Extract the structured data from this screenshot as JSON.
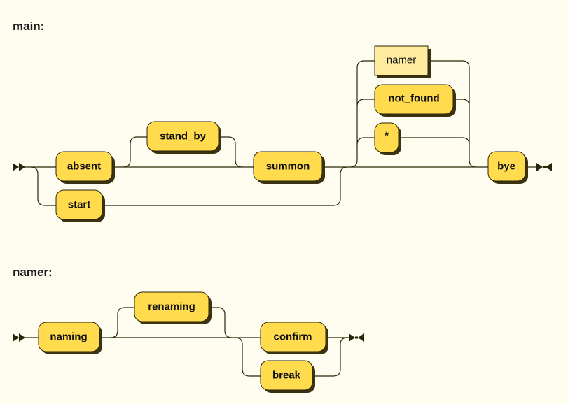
{
  "diagrams": {
    "main": {
      "title": "main:",
      "terminals": {
        "absent": "absent",
        "start": "start",
        "stand_by": "stand_by",
        "summon": "summon",
        "not_found": "not_found",
        "star": "*",
        "bye": "bye"
      },
      "nonterminals": {
        "namer": "namer"
      }
    },
    "namer": {
      "title": "namer:",
      "terminals": {
        "naming": "naming",
        "renaming": "renaming",
        "confirm": "confirm",
        "break": "break"
      }
    }
  },
  "colors": {
    "background": "#fffdef",
    "terminal_fill": "#ffdb4d",
    "nonterminal_fill": "#ffec9e",
    "line": "#2a2508",
    "shadow": "#3b3310"
  }
}
